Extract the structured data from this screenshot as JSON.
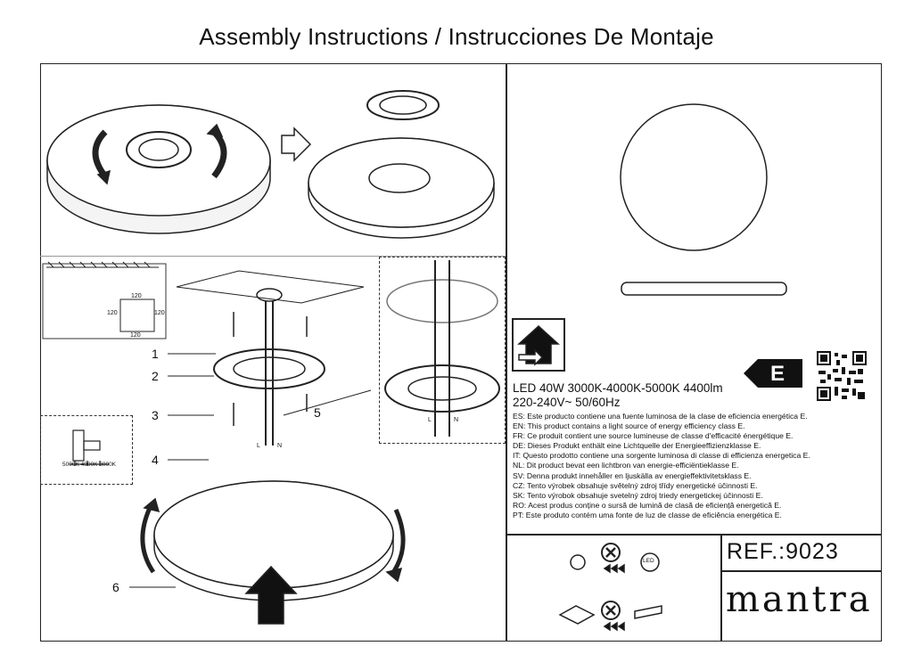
{
  "document": {
    "title": "Assembly Instructions / Instrucciones De Montaje"
  },
  "steps": {
    "labels": [
      "1",
      "2",
      "3",
      "4",
      "5",
      "6"
    ],
    "wire_l": "L",
    "wire_n": "N",
    "color_temps": [
      "5000K",
      "4000K",
      "3000K"
    ],
    "dim_120": "120"
  },
  "product": {
    "spec_line1": "LED 40W 3000K-4000K-5000K 4400lm",
    "spec_line2": "220-240V~ 50/60Hz",
    "energy_class": "E",
    "energy_texts": [
      "ES: Este producto contiene una fuente luminosa de la clase de eficiencia energética E.",
      "EN: This product contains a light source of energy efficiency class E.",
      "FR: Ce produit contient une source lumineuse de classe d'efficacité énergétique E.",
      "DE: Dieses Produkt enthält eine Lichtquelle der Energieeffizienzklasse E.",
      "IT: Questo prodotto contiene una sorgente luminosa di classe di efficienza energetica E.",
      "NL: Dit product bevat een lichtbron van energie-efficiëntieklasse E.",
      "SV: Denna produkt innehåller en ljuskälla av energieffektivitetsklass E.",
      "CZ: Tento výrobek obsahuje světelný zdroj třídy energetické účinnosti E.",
      "SK: Tento výrobok obsahuje svetelný zdroj triedy energetickej účinnosti E.",
      "RO: Acest produs conține o sursă de lumină de clasă de eficiență energetică E.",
      "PT: Este produto contém uma fonte de luz de classe de eficiência energética E."
    ],
    "led_icon_text": "LED"
  },
  "footer": {
    "ref": "REF.:9023",
    "brand": "mantra"
  },
  "colors": {
    "ink": "#111111",
    "background": "#ffffff"
  },
  "icons": [
    "rotate-arrow-icon",
    "outline-arrow-icon",
    "energy-label-icon",
    "qr-code-icon",
    "forbidden-icon",
    "led-icon",
    "up-arrow-icon"
  ]
}
